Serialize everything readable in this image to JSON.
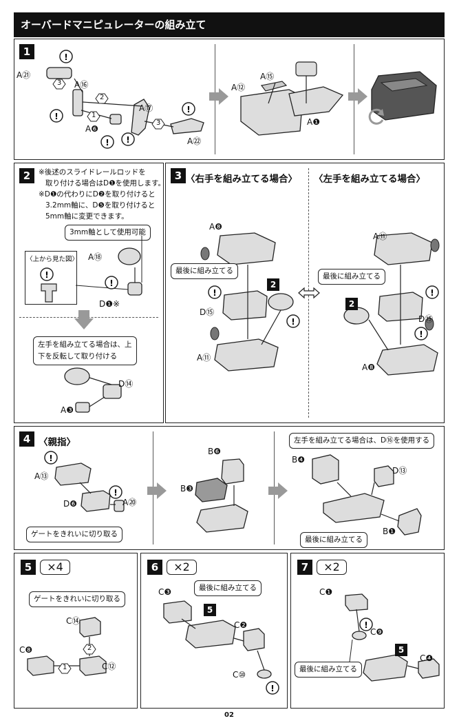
{
  "title": "オーバードマニピュレーターの組み立て",
  "page_number": "02",
  "steps": {
    "s1": {
      "num": "1",
      "labels": {
        "a21": "A㉑",
        "a16": "A⑯",
        "a6": "A❻",
        "a17": "A⑰",
        "a22": "A㉒",
        "a12": "A⑫",
        "a15": "A⑮",
        "a1": "A❶"
      },
      "order": [
        "3",
        "2",
        "1",
        "3"
      ]
    },
    "s2": {
      "num": "2",
      "note_lines": [
        "※後述のスライドレールロッドを",
        "取り付ける場合はD❶を使用します。",
        "※D❶の代わりにD❷を取り付けると",
        "3.2mm軸に、D❺を取り付けると",
        "5mm軸に変更できます。"
      ],
      "callout_3mm": "3mm軸として使用可能",
      "top_view": "〈上から見た図〉",
      "a18": "A⑱",
      "d1": "D❶※",
      "left_callout_1": "左手を組み立てる場合は、上",
      "left_callout_2": "下を反転して取り付ける",
      "d14": "D⑭",
      "a3": "A❸"
    },
    "s3": {
      "num": "3",
      "right_hdr": "〈右手を組み立てる場合〉",
      "left_hdr": "〈左手を組み立てる場合〉",
      "last_assemble": "最後に組み立てる",
      "ref_step": "2",
      "r": {
        "a8": "A❽",
        "d15": "D⑮",
        "a11": "A⑪"
      },
      "l": {
        "a11": "A⑪",
        "d15": "D⑮",
        "a8": "A❽"
      }
    },
    "s4": {
      "num": "4",
      "hdr": "〈親指〉",
      "a13": "A⑬",
      "d6": "D❻",
      "a20": "A⑳",
      "gate": "ゲートをきれいに切り取る",
      "b6": "B❻",
      "b3": "B❸",
      "left_note": "左手を組み立てる場合は、D⑯を使用する",
      "b4": "B❹",
      "d13": "D⑬",
      "last": "最後に組み立てる",
      "b1": "B❶"
    },
    "s5": {
      "num": "5",
      "mult": "×4",
      "gate": "ゲートをきれいに切り取る",
      "c14": "C⑭",
      "c8": "C❽",
      "c12": "C⑫",
      "order": [
        "2",
        "1"
      ]
    },
    "s6": {
      "num": "6",
      "mult": "×2",
      "c3": "C❸",
      "last": "最後に組み立てる",
      "ref": "5",
      "c2": "C❷",
      "c10": "C⑩"
    },
    "s7": {
      "num": "7",
      "mult": "×2",
      "c1": "C❶",
      "c9": "C❾",
      "ref": "5",
      "last": "最後に組み立てる",
      "c4": "C❹"
    }
  },
  "icons": [
    "exclamation-circle-icon",
    "arrow-right-icon",
    "arrow-down-icon",
    "double-arrow-icon",
    "rotate-icon"
  ]
}
